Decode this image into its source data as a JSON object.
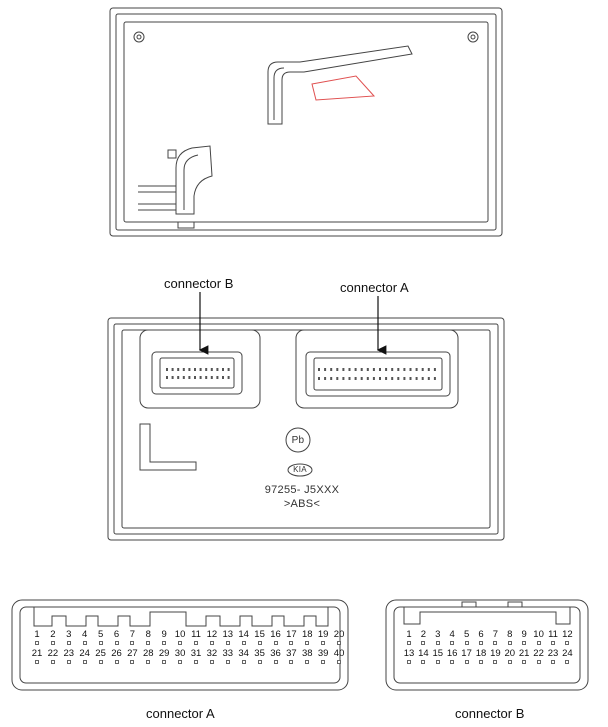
{
  "labels": {
    "connector_b_top": "connector B",
    "connector_a_top": "connector A",
    "part_number": "97255- J5XXX",
    "abs_mark": ">ABS<",
    "pb_mark": "Pb",
    "brand_logo": "KIA",
    "connector_a_bottom": "connector A",
    "connector_b_bottom": "connector B"
  },
  "connector_a": {
    "row1": [
      "1",
      "2",
      "3",
      "4",
      "5",
      "6",
      "7",
      "8",
      "9",
      "10",
      "11",
      "12",
      "13",
      "14",
      "15",
      "16",
      "17",
      "18",
      "19",
      "20"
    ],
    "row2": [
      "21",
      "22",
      "23",
      "24",
      "25",
      "26",
      "27",
      "28",
      "29",
      "30",
      "31",
      "32",
      "33",
      "34",
      "35",
      "36",
      "37",
      "38",
      "39",
      "40"
    ]
  },
  "connector_b": {
    "row1": [
      "1",
      "2",
      "3",
      "4",
      "5",
      "6",
      "7",
      "8",
      "9",
      "10",
      "11",
      "12"
    ],
    "row2": [
      "13",
      "14",
      "15",
      "16",
      "17",
      "18",
      "19",
      "20",
      "21",
      "22",
      "23",
      "24"
    ]
  },
  "colors": {
    "line": "#444444",
    "accent_red": "#e05050"
  }
}
